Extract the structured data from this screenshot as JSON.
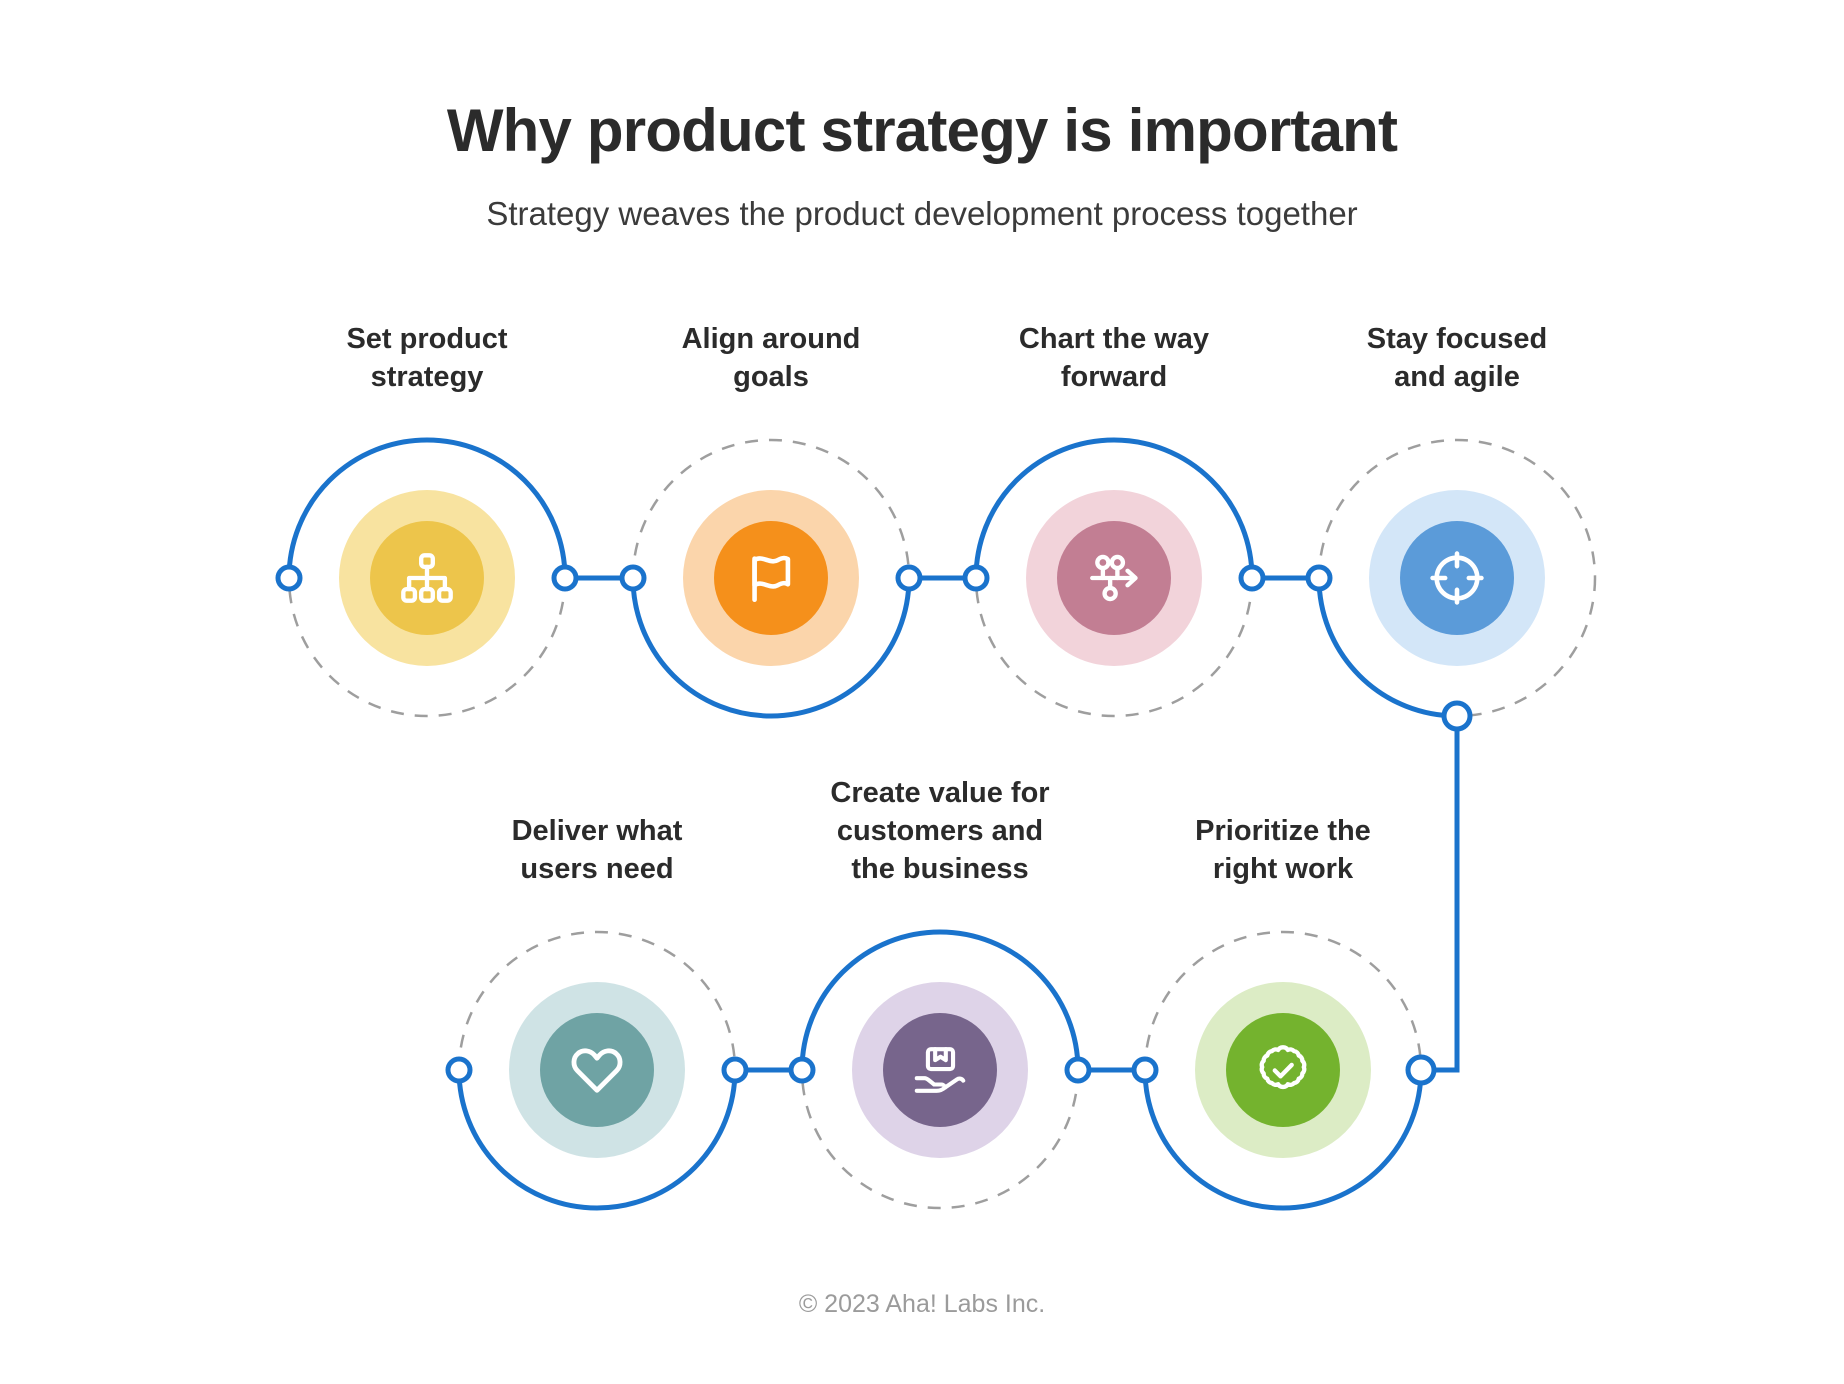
{
  "header": {
    "title": "Why product strategy is important",
    "subtitle": "Strategy weaves the product development process together"
  },
  "footer": {
    "copyright": "© 2023 Aha! Labs Inc."
  },
  "colors": {
    "connector_blue": "#1a73cc",
    "dashed_gray": "#9e9e9e",
    "title_text": "#2b2b2b",
    "footer_text": "#9b9b9b"
  },
  "diagram": {
    "type": "cycle-process",
    "node_count": 7,
    "rows": [
      {
        "name": "top-row",
        "node_indexes": [
          0,
          1,
          2,
          3
        ]
      },
      {
        "name": "bottom-row",
        "node_indexes": [
          4,
          5,
          6
        ]
      }
    ],
    "nodes": [
      {
        "id": "set-product-strategy",
        "label_line1": "Set product",
        "label_line2": "strategy",
        "icon": "hierarchy-icon",
        "core_color": "#edc54b",
        "mid_color": "#f8e3a0"
      },
      {
        "id": "align-around-goals",
        "label_line1": "Align around",
        "label_line2": "goals",
        "icon": "flag-icon",
        "core_color": "#f5901b",
        "mid_color": "#fbd5ab"
      },
      {
        "id": "chart-the-way-forward",
        "label_line1": "Chart the way",
        "label_line2": "forward",
        "icon": "roadmap-icon",
        "core_color": "#c27e93",
        "mid_color": "#f2d3da"
      },
      {
        "id": "stay-focused-and-agile",
        "label_line1": "Stay focused",
        "label_line2": "and agile",
        "icon": "target-icon",
        "core_color": "#5b9bd9",
        "mid_color": "#d3e6f8"
      },
      {
        "id": "deliver-what-users-need",
        "label_line1": "Deliver what",
        "label_line2": "users need",
        "icon": "heart-icon",
        "core_color": "#6fa3a4",
        "mid_color": "#cfe3e5"
      },
      {
        "id": "create-value",
        "label_line1": "Create value for",
        "label_line2": "customers and",
        "label_line3": "the business",
        "icon": "hand-package-icon",
        "core_color": "#77658c",
        "mid_color": "#ded3e8"
      },
      {
        "id": "prioritize-the-right-work",
        "label_line1": "Prioritize the",
        "label_line2": "right work",
        "icon": "badge-check-icon",
        "core_color": "#74b32e",
        "mid_color": "#dcecc5"
      }
    ]
  }
}
